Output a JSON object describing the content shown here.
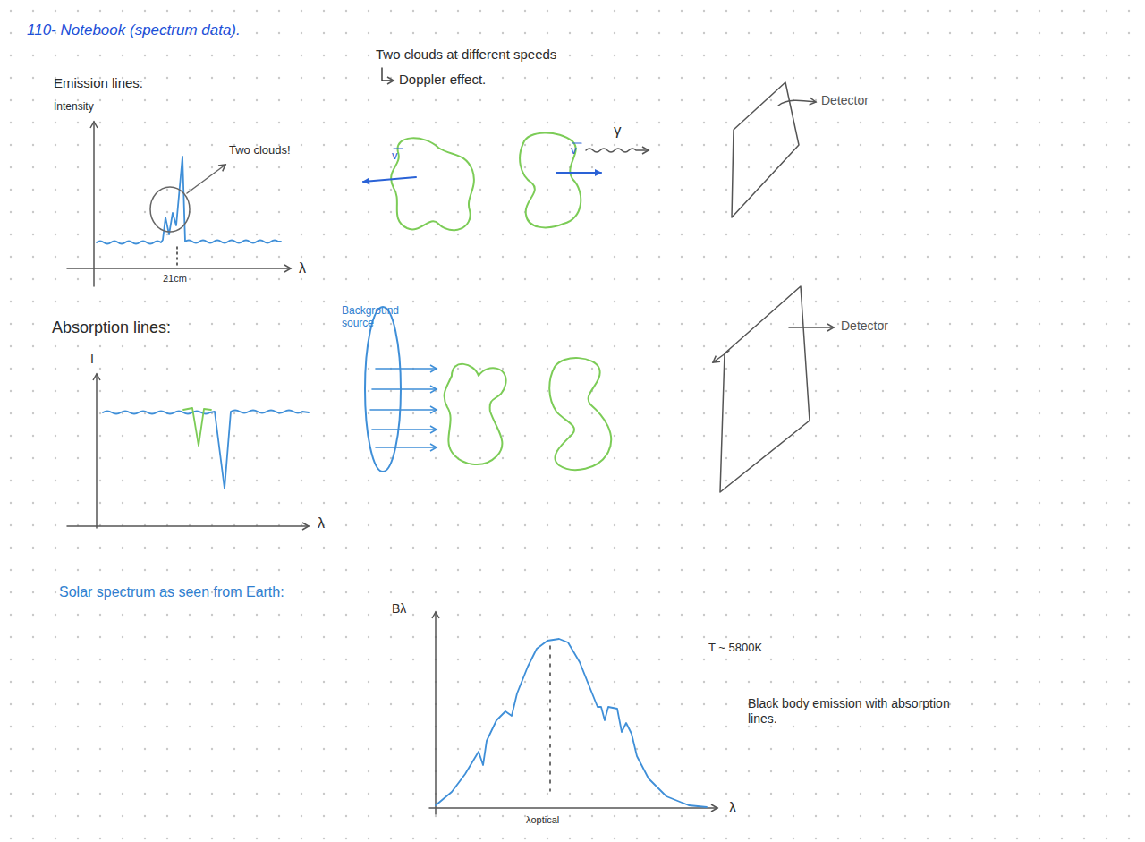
{
  "diagram": {
    "title": "110- Notebook (spectrum data).",
    "labels": [
      "Emission lines:",
      "Intensity",
      "Two clouds!",
      "21cm",
      "λ",
      "Two clouds at different speeds",
      "Doppler effect.",
      "v",
      "v",
      "γ",
      "Detector",
      "Absorption lines:",
      "I",
      "λ",
      "Background source",
      "Detector",
      "Solar spectrum as seen from Earth:",
      "Bλ",
      "λ",
      "λoptical",
      "T ~ 5800K",
      "Black body emission with absorption lines."
    ]
  }
}
